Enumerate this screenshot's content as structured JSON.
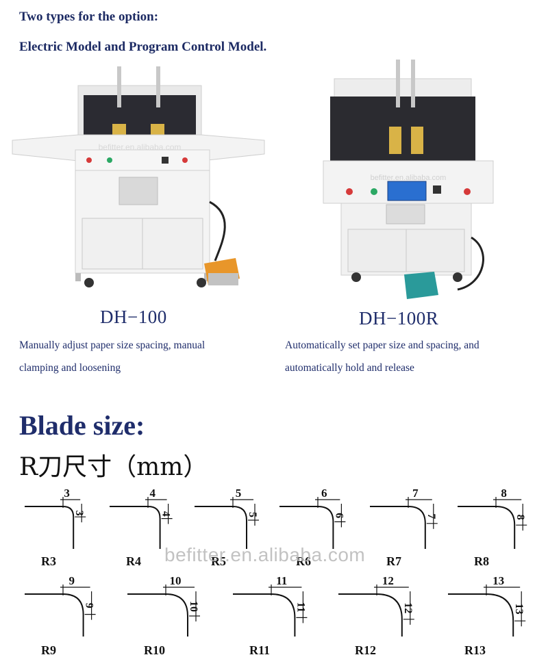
{
  "header": {
    "line1": "Two types for the option:",
    "line2": "Electric Model and Program Control Model."
  },
  "models": [
    {
      "name": "DH−100",
      "description_line1": "Manually adjust paper size spacing, manual",
      "description_line2": "clamping and loosening",
      "photo_watermark": "befitter.en.alibaba.com"
    },
    {
      "name": "DH−100R",
      "description_line1": "Automatically set paper size and spacing, and",
      "description_line2": "automatically hold and release",
      "photo_watermark": "befitter.en.alibaba.com"
    }
  ],
  "blade": {
    "title": "Blade size:",
    "subtitle": "R刀尺寸（mm）",
    "watermark": "befitter.en.alibaba.com",
    "sizes": [
      {
        "top": "3",
        "side": "3",
        "label": "R3"
      },
      {
        "top": "4",
        "side": "4",
        "label": "R4"
      },
      {
        "top": "5",
        "side": "5",
        "label": "R5"
      },
      {
        "top": "6",
        "side": "6",
        "label": "R6"
      },
      {
        "top": "7",
        "side": "7",
        "label": "R7"
      },
      {
        "top": "8",
        "side": "8",
        "label": "R8"
      },
      {
        "top": "9",
        "side": "9",
        "label": "R9"
      },
      {
        "top": "10",
        "side": "10",
        "label": "R10"
      },
      {
        "top": "11",
        "side": "11",
        "label": "R11"
      },
      {
        "top": "12",
        "side": "12",
        "label": "R12"
      },
      {
        "top": "13",
        "side": "13",
        "label": "R13"
      }
    ]
  },
  "colors": {
    "text_navy": "#1f2d6b",
    "machine_white": "#f2f2f2",
    "pedal_orange": "#e8962a",
    "pedal_teal": "#2a9a9a",
    "screen_blue": "#2a6fd0"
  }
}
